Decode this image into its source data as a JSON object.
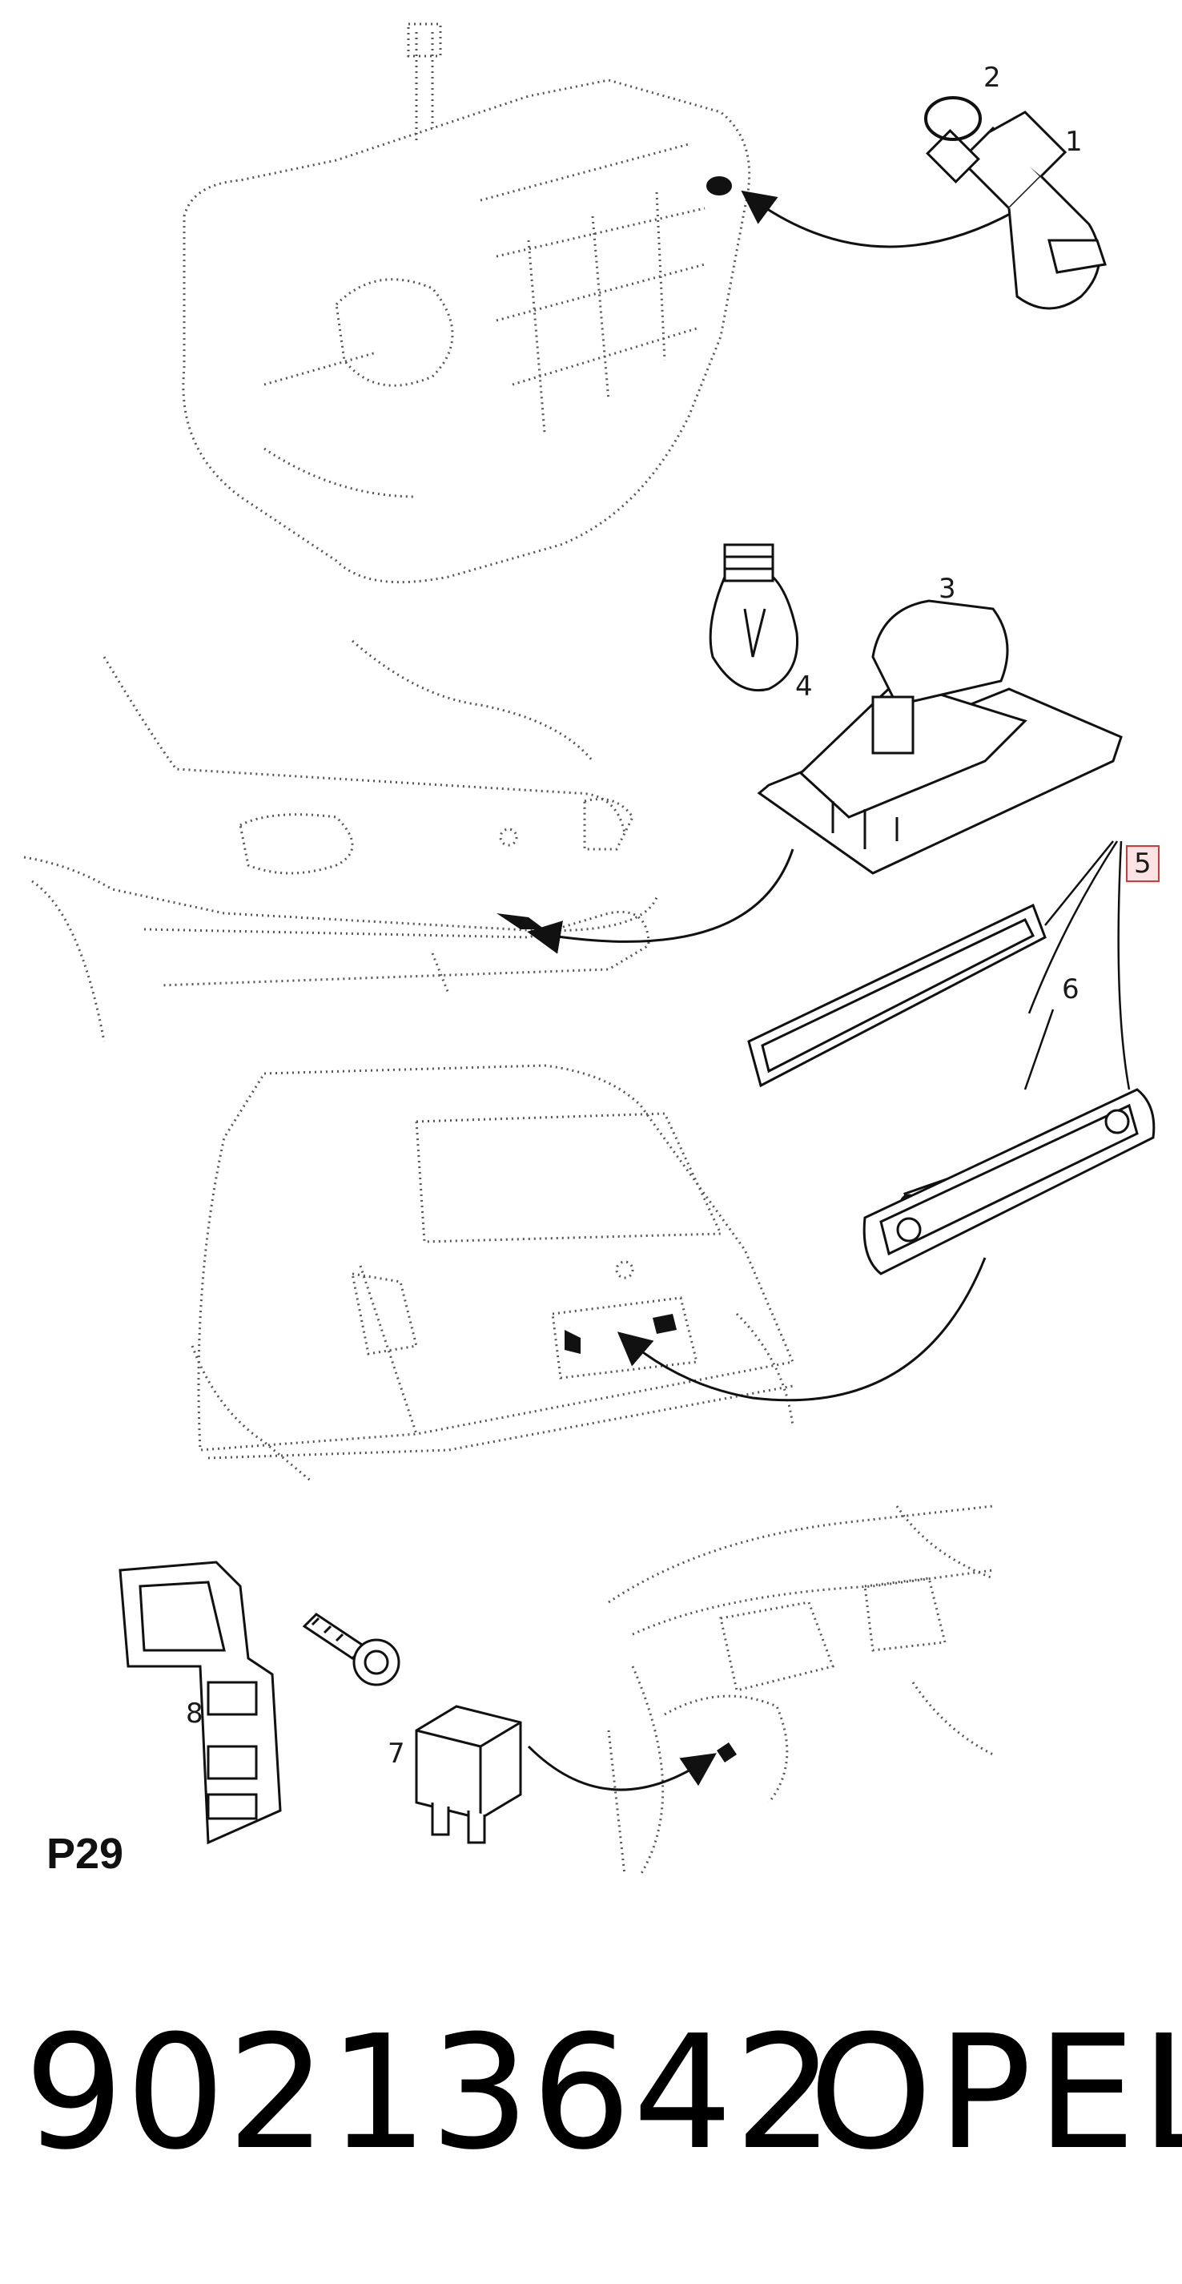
{
  "diagram": {
    "code": "P29",
    "callouts": [
      {
        "id": "1",
        "label": "1"
      },
      {
        "id": "2",
        "label": "2"
      },
      {
        "id": "3",
        "label": "3"
      },
      {
        "id": "4",
        "label": "4"
      },
      {
        "id": "5",
        "label": "5",
        "highlighted": true
      },
      {
        "id": "6",
        "label": "6"
      },
      {
        "id": "7",
        "label": "7"
      },
      {
        "id": "8",
        "label": "8"
      }
    ],
    "highlight_color": "#d23a3a"
  },
  "footer": {
    "part_number": "90213642",
    "brand": "OPEL"
  }
}
